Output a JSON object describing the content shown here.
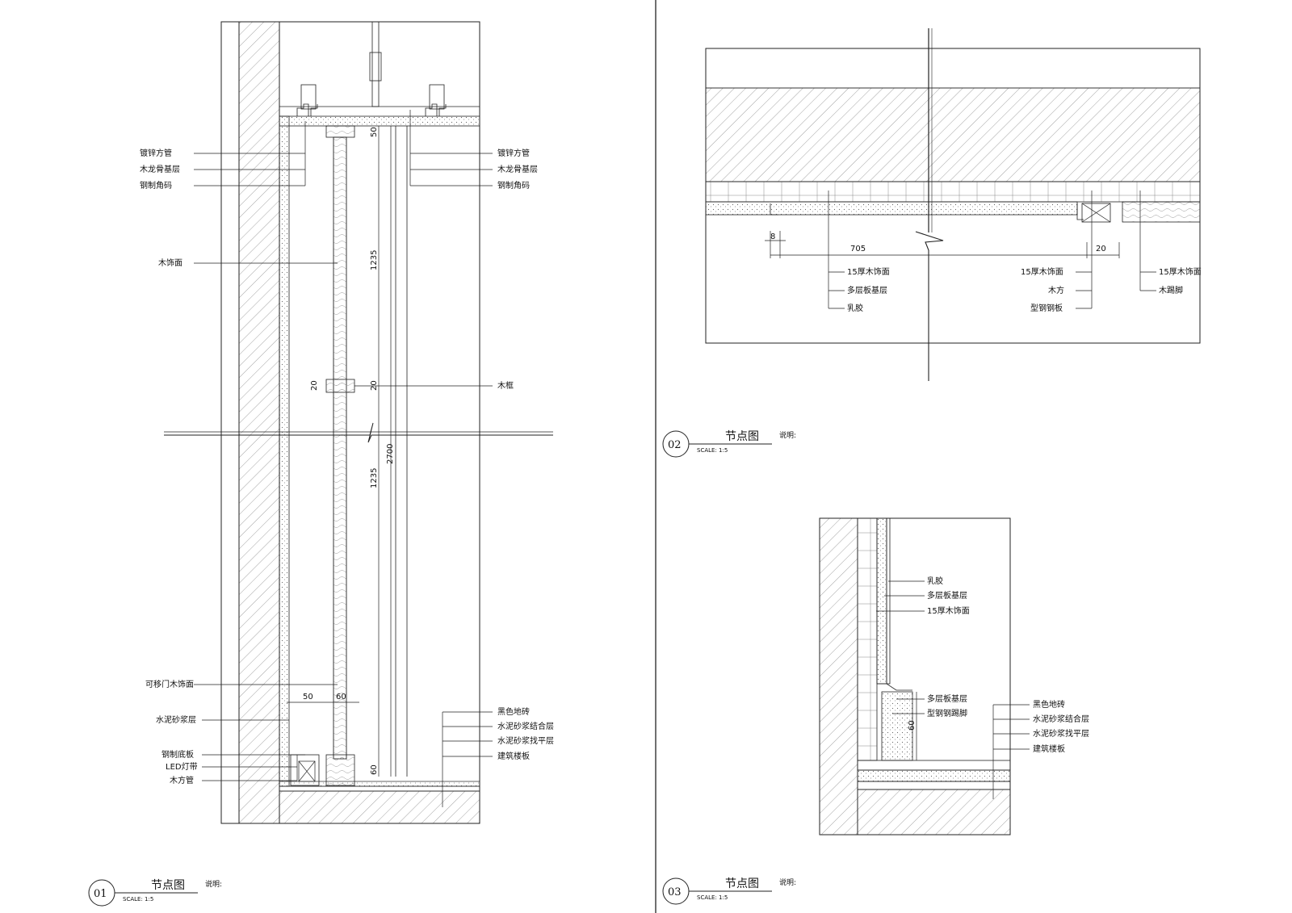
{
  "sheet": {
    "divider_color": "#333333",
    "line_color": "#222222",
    "hatch_color": "#555555"
  },
  "details": [
    {
      "number": "01",
      "title": "节点图",
      "scale": "SCALE: 1:5",
      "note_label": "说明:",
      "left_labels": [
        "镀锌方管",
        "木龙骨基层",
        "钢制角码",
        "木饰面",
        "可移门木饰面",
        "水泥砂浆层",
        "钢制底板",
        "LED灯带",
        "木方管"
      ],
      "right_top_labels": [
        "镀锌方管",
        "木龙骨基层",
        "钢制角码"
      ],
      "right_bottom_labels": [
        "黑色地砖",
        "水泥砂浆结合层",
        "水泥砂浆找平层",
        "建筑楼板"
      ],
      "mid_label": "木框",
      "dims": [
        "50",
        "1235",
        "20",
        "20",
        "1235",
        "2700",
        "50",
        "60",
        "60"
      ]
    },
    {
      "number": "02",
      "title": "节点图",
      "scale": "SCALE: 1:5",
      "note_label": "说明:",
      "labels_a": [
        "15厚木饰面",
        "多层板基层",
        "乳胶"
      ],
      "labels_b": [
        "15厚木饰面",
        "木方",
        "型钢钢板"
      ],
      "labels_c": [
        "15厚木饰面",
        "木踢脚"
      ],
      "dims": [
        "705",
        "20",
        "8"
      ]
    },
    {
      "number": "03",
      "title": "节点图",
      "scale": "SCALE: 1:5",
      "note_label": "说明:",
      "wall_labels": [
        "乳胶",
        "多层板基层",
        "15厚木饰面"
      ],
      "base_labels": [
        "多层板基层",
        "型钢钢踢脚"
      ],
      "floor_labels": [
        "黑色地砖",
        "水泥砂浆结合层",
        "水泥砂浆找平层",
        "建筑楼板"
      ],
      "dims": [
        "60"
      ]
    }
  ]
}
